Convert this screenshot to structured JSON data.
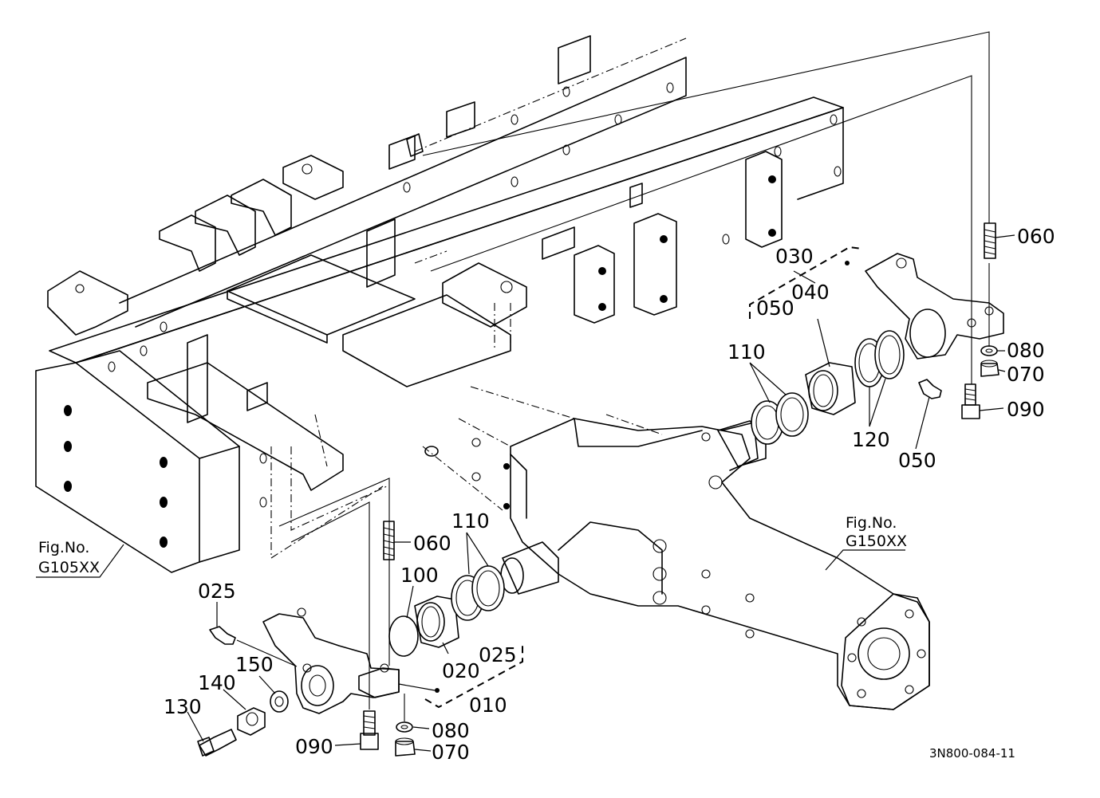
{
  "figure_refs": {
    "left": {
      "line1": "Fig.No.",
      "line2": "G105XX"
    },
    "right": {
      "line1": "Fig.No.",
      "line2": "G150XX"
    }
  },
  "drawing_code": "3N800-084-11",
  "callouts": {
    "c060_upper": "060",
    "c030": "030",
    "c040": "040",
    "c050_upper": "050",
    "c110_upper": "110",
    "c080_upper": "080",
    "c070_upper": "070",
    "c090_upper": "090",
    "c120": "120",
    "c050_lower": "050",
    "c060_lower": "060",
    "c110_lower": "110",
    "c100": "100",
    "c025_upper": "025",
    "c025_lower": "025",
    "c020": "020",
    "c010": "010",
    "c150": "150",
    "c140": "140",
    "c130": "130",
    "c090_lower": "090",
    "c080_lower": "080",
    "c070_lower": "070"
  }
}
